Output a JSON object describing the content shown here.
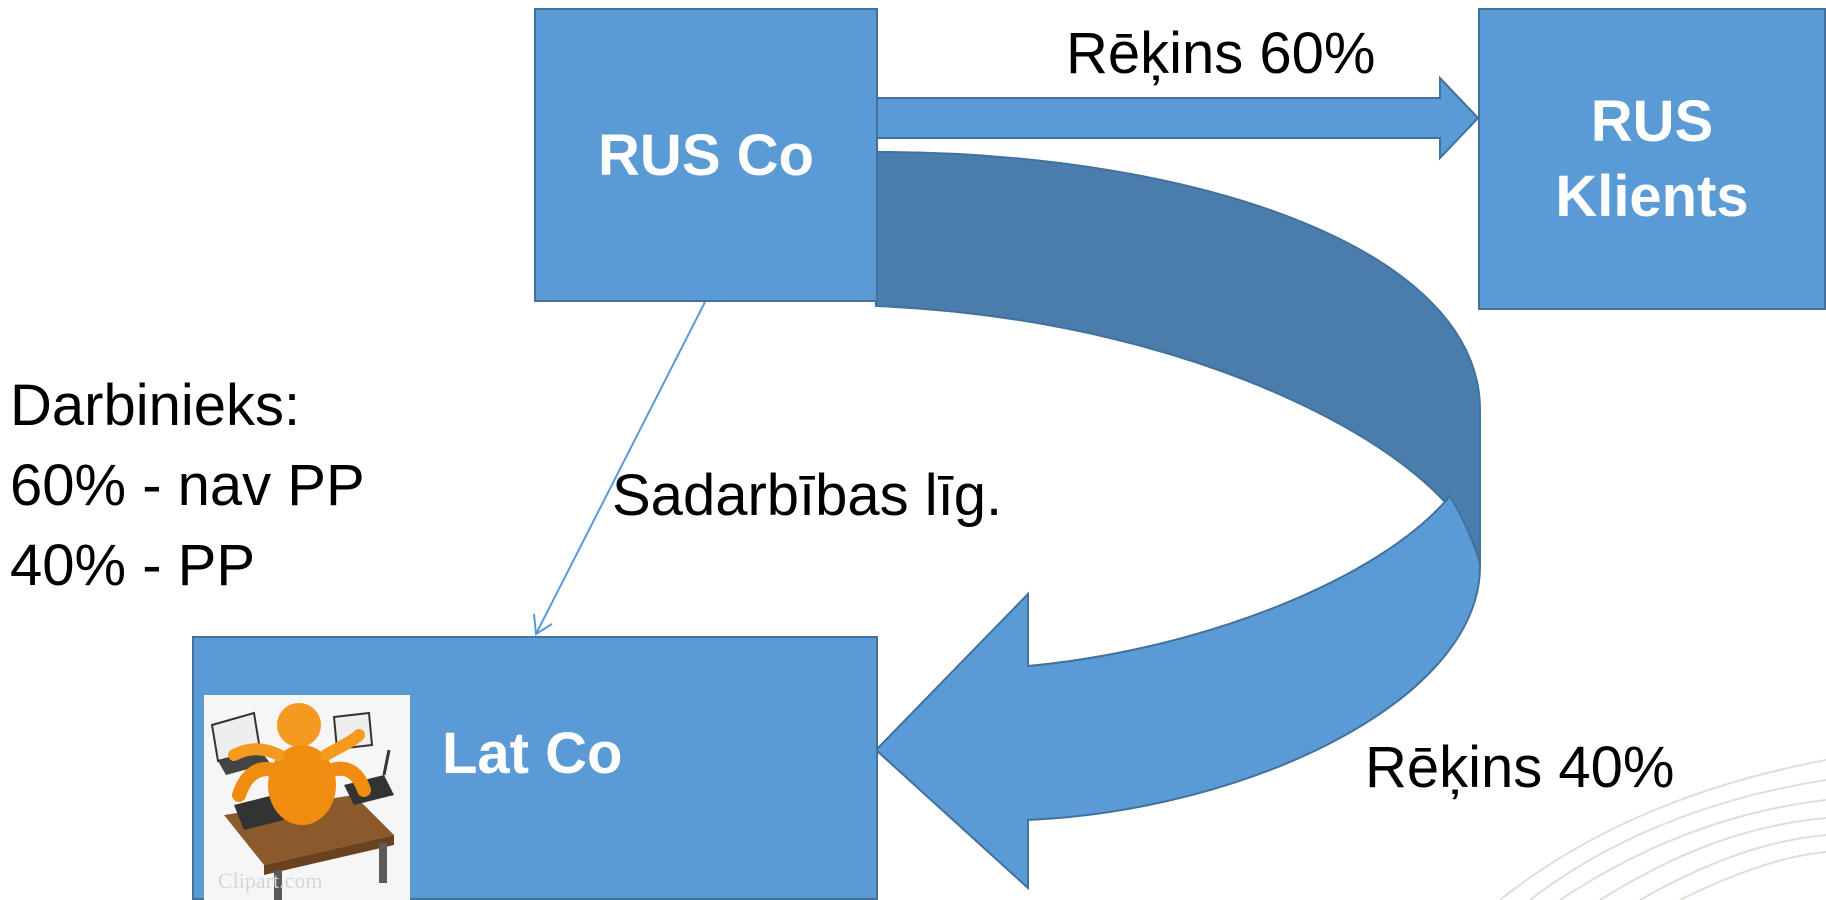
{
  "colors": {
    "box_fill": "#5b9bd5",
    "box_border": "#41719c",
    "curve_dark": "#4a7dac",
    "text_on_box": "#ffffff",
    "text": "#000000",
    "background_swirl": "#d9ded2"
  },
  "nodes": {
    "rus_co": "RUS Co",
    "rus_client_line1": "RUS",
    "rus_client_line2": "Klients",
    "lat_co": "Lat Co"
  },
  "labels": {
    "invoice_60": "Rēķins 60%",
    "invoice_40": "Rēķins 40%",
    "cooperation": "Sadarbības līg.",
    "employee_title": "Darbinieks:",
    "employee_line1": "60% - nav PP",
    "employee_line2": "40% - PP"
  },
  "icons": {
    "worker": "person-at-desk-with-laptops-icon",
    "watermark": "clipart-com"
  },
  "watermark_text": "Clipart.com"
}
